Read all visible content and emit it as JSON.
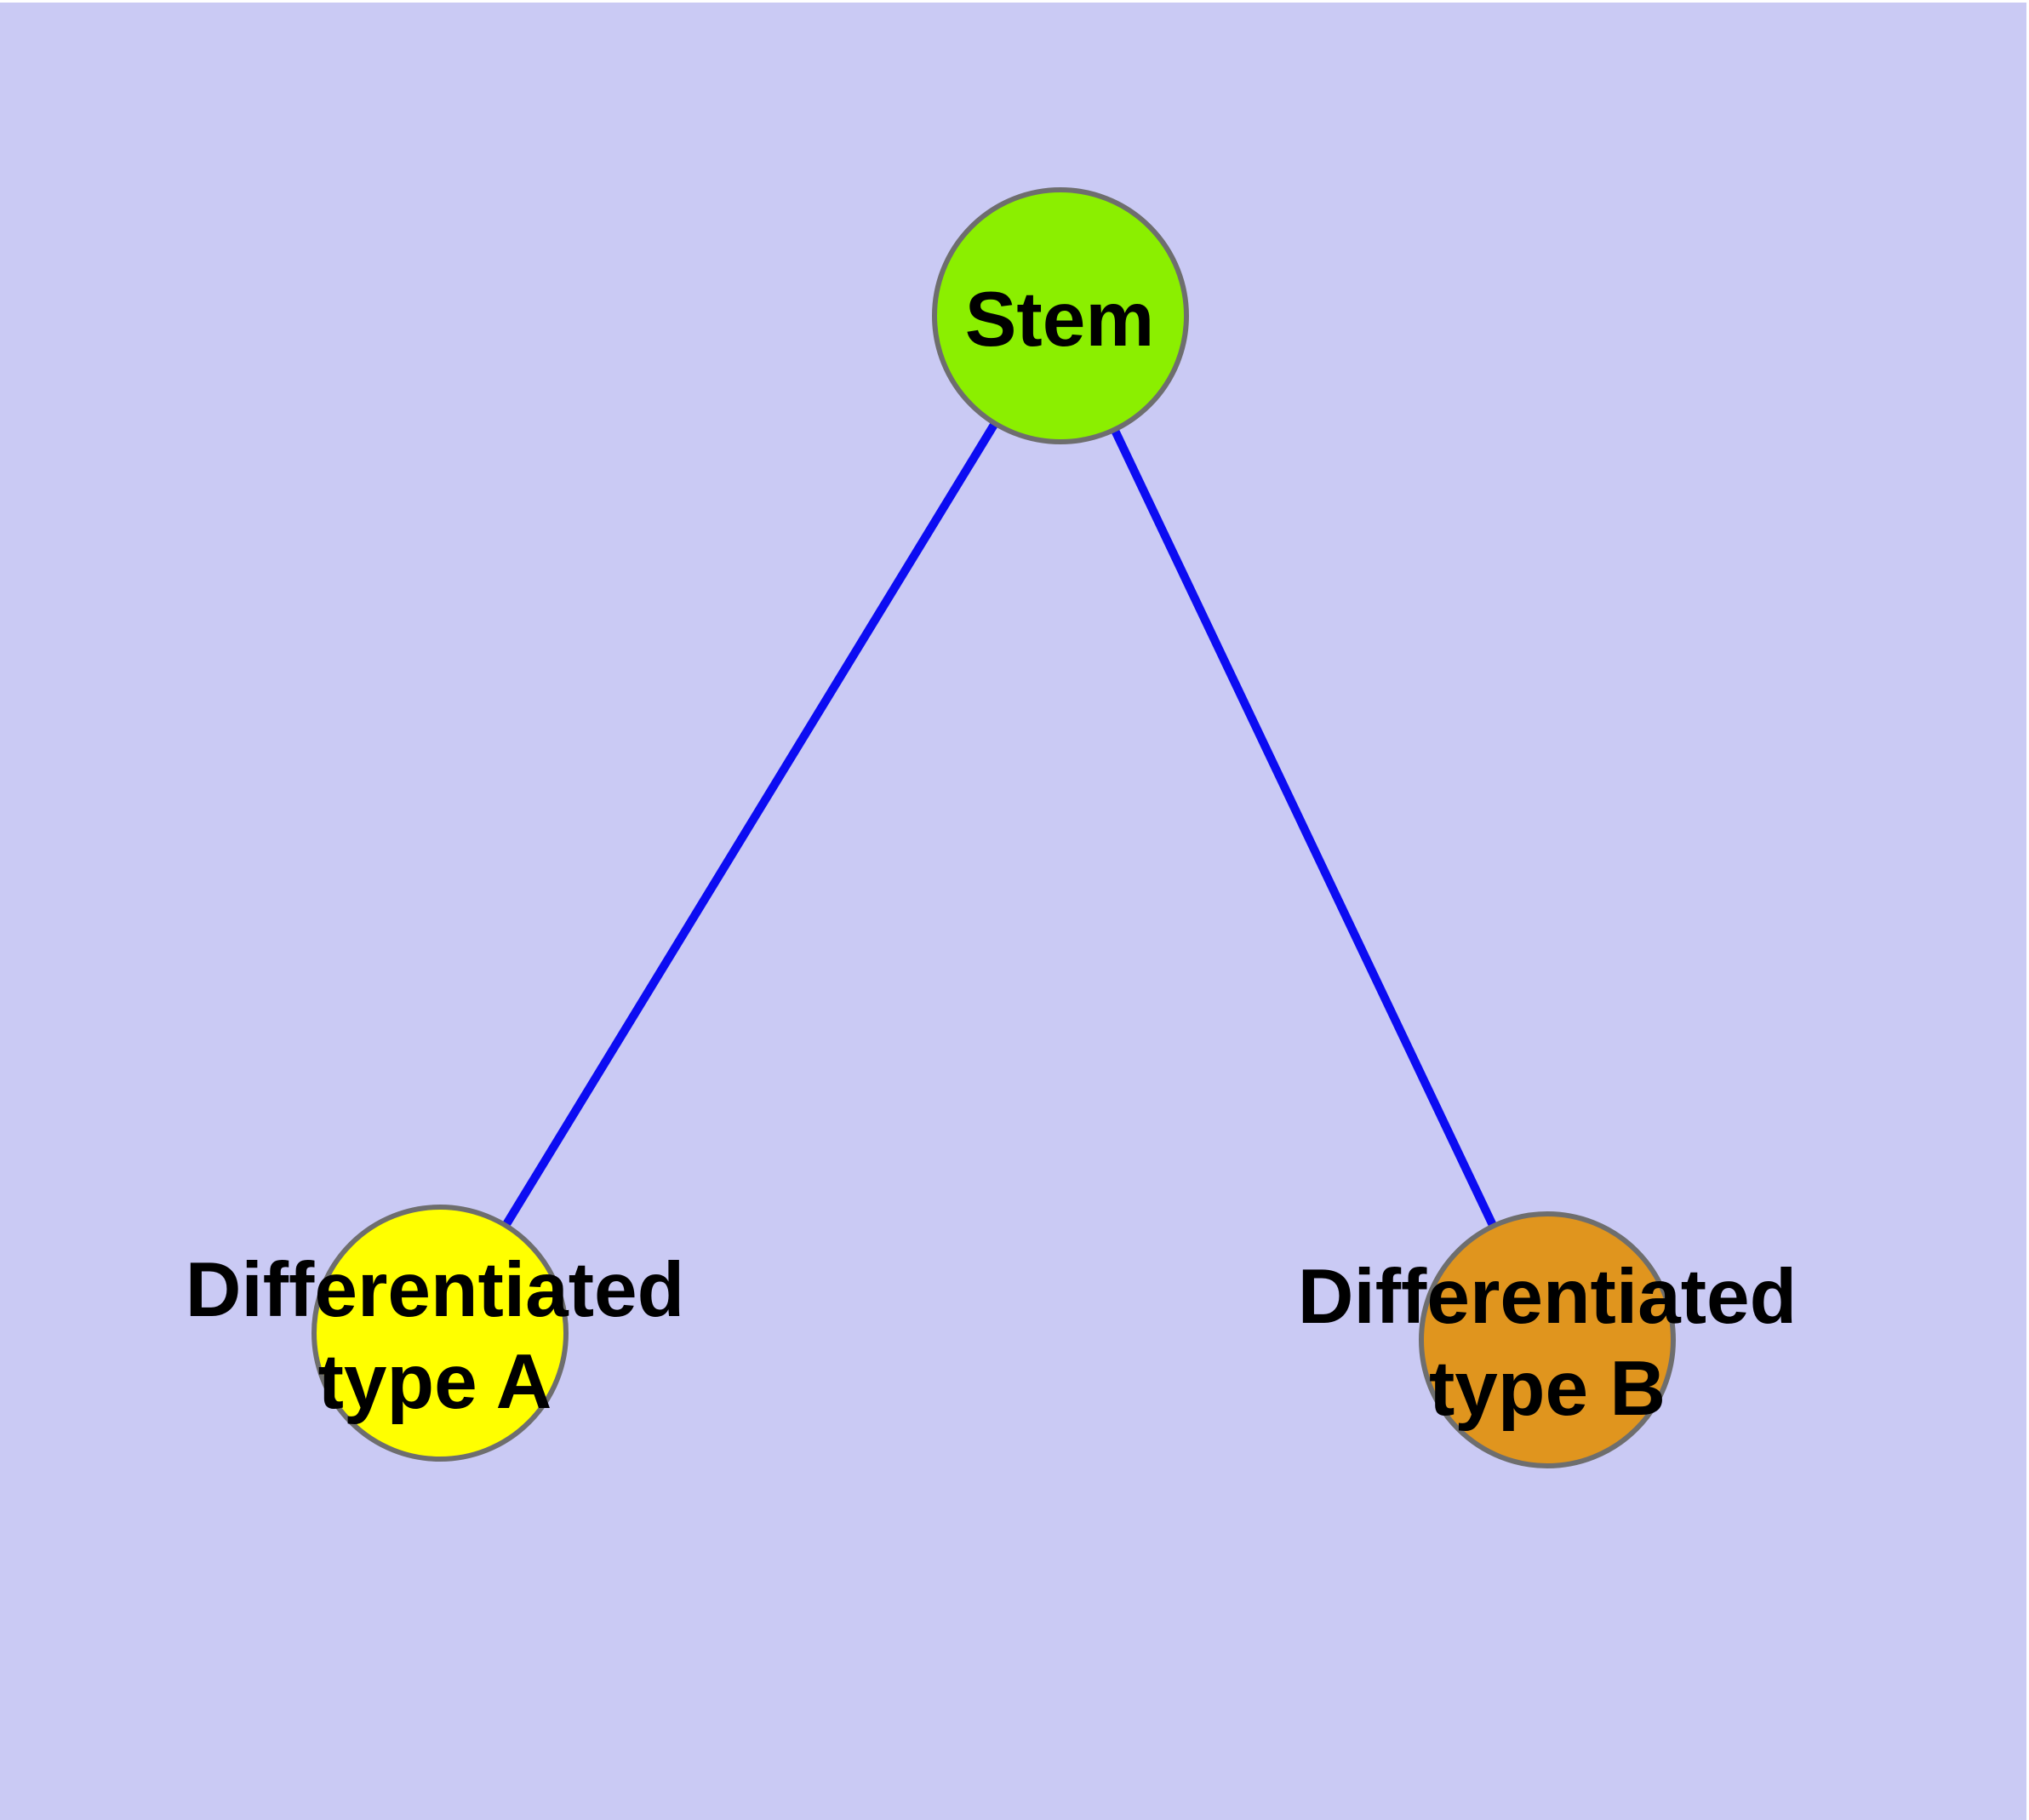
{
  "diagram": {
    "type": "graph",
    "background_color": "#cacaf4",
    "frame_color": "#ffffff",
    "edge_color": "#0c0cf2",
    "node_border_color": "#6e6e6e",
    "label_color": "#000000",
    "nodes": {
      "stem": {
        "label": "Stem",
        "fill": "#8bef00"
      },
      "type_a": {
        "label_line1": "Differentiated",
        "label_line2": "type A",
        "fill": "#ffff00"
      },
      "type_b": {
        "label_line1": "Differentiated",
        "label_line2": "type B",
        "fill": "#e0951e"
      }
    },
    "edges": [
      {
        "from": "Stem",
        "to": "Differentiated type A"
      },
      {
        "from": "Stem",
        "to": "Differentiated type B"
      }
    ]
  }
}
